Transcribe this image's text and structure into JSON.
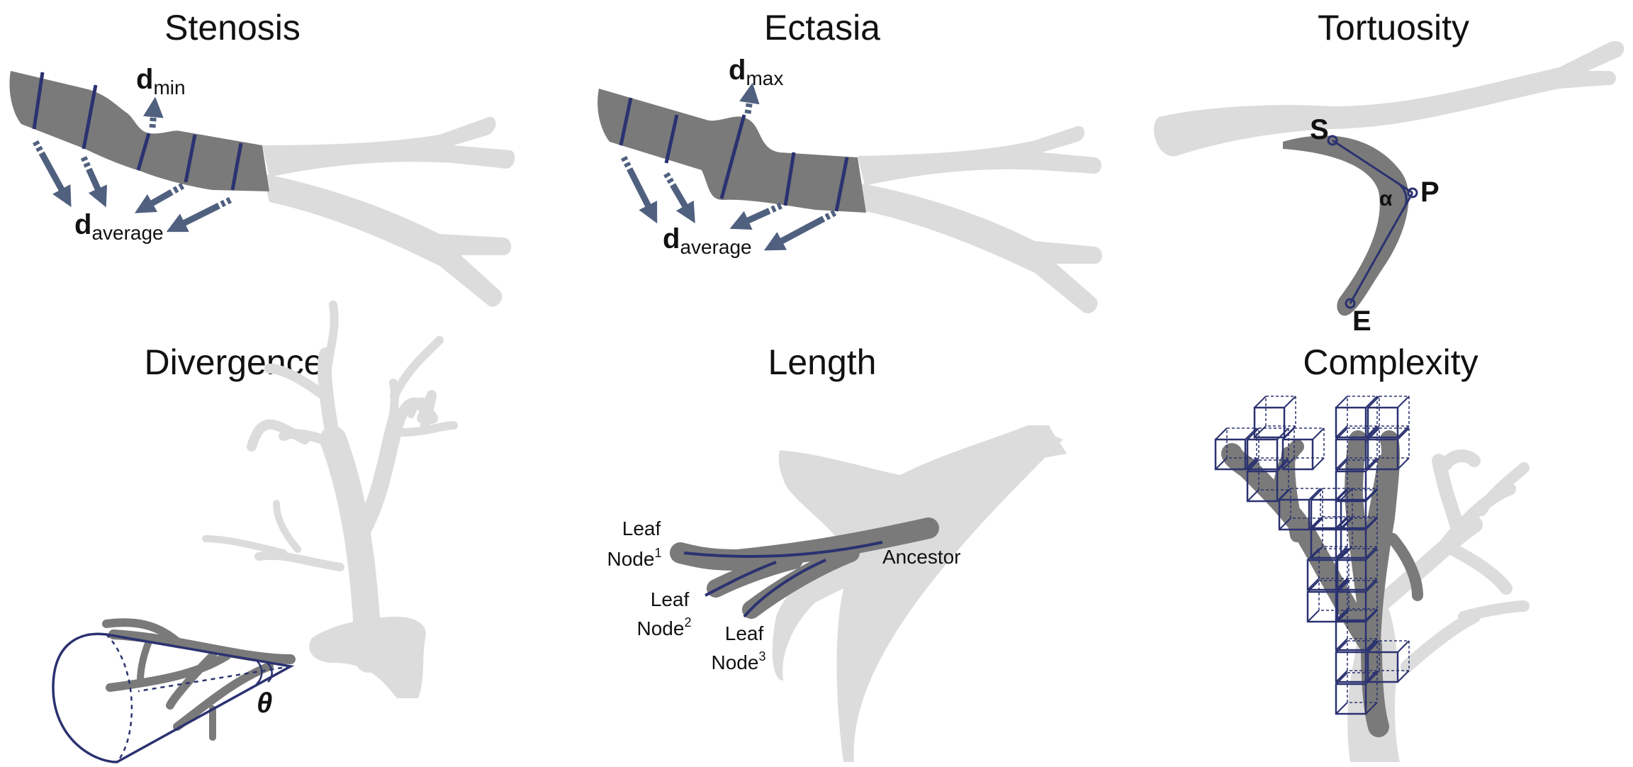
{
  "panels": {
    "stenosis": {
      "title": "Stenosis",
      "dmin_base": "d",
      "dmin_sub": "min",
      "davg_base": "d",
      "davg_sub": "average"
    },
    "ectasia": {
      "title": "Ectasia",
      "dmax_base": "d",
      "dmax_sub": "max",
      "davg_base": "d",
      "davg_sub": "average"
    },
    "tortuosity": {
      "title": "Tortuosity",
      "point_s": "S",
      "point_p": "P",
      "point_e": "E",
      "angle": "α"
    },
    "divergence": {
      "title": "Divergence",
      "angle": "θ"
    },
    "length": {
      "title": "Length",
      "ancestor": "Ancestor",
      "leaves": [
        {
          "line1": "Leaf",
          "line2": "Node",
          "sup": "1"
        },
        {
          "line1": "Leaf",
          "line2": "Node",
          "sup": "2"
        },
        {
          "line1": "Leaf",
          "line2": "Node",
          "sup": "3"
        }
      ]
    },
    "complexity": {
      "title": "Complexity"
    }
  },
  "colors": {
    "light_vessel": "#dcdcdc",
    "dark_vessel": "#7a7a7a",
    "navy": "#2b3270",
    "arrow": "#50607f"
  }
}
